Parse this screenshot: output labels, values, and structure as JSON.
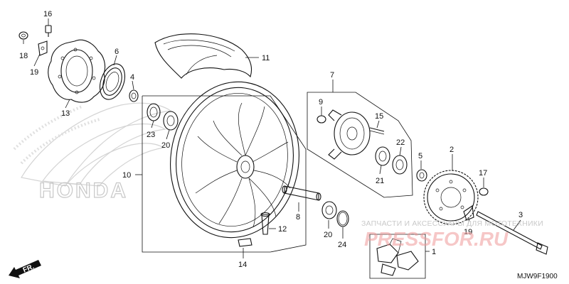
{
  "diagram": {
    "callouts": [
      {
        "id": "c16",
        "label": "16"
      },
      {
        "id": "c18",
        "label": "18"
      },
      {
        "id": "c19a",
        "label": "19"
      },
      {
        "id": "c13",
        "label": "13"
      },
      {
        "id": "c6",
        "label": "6"
      },
      {
        "id": "c4",
        "label": "4"
      },
      {
        "id": "c11",
        "label": "11"
      },
      {
        "id": "c23",
        "label": "23"
      },
      {
        "id": "c20a",
        "label": "20"
      },
      {
        "id": "c10",
        "label": "10"
      },
      {
        "id": "c7",
        "label": "7"
      },
      {
        "id": "c9",
        "label": "9"
      },
      {
        "id": "c15",
        "label": "15"
      },
      {
        "id": "c22",
        "label": "22"
      },
      {
        "id": "c21",
        "label": "21"
      },
      {
        "id": "c5",
        "label": "5"
      },
      {
        "id": "c2",
        "label": "2"
      },
      {
        "id": "c17",
        "label": "17"
      },
      {
        "id": "c3",
        "label": "3"
      },
      {
        "id": "c19b",
        "label": "19"
      },
      {
        "id": "c8",
        "label": "8"
      },
      {
        "id": "c12",
        "label": "12"
      },
      {
        "id": "c20b",
        "label": "20"
      },
      {
        "id": "c24",
        "label": "24"
      },
      {
        "id": "c1",
        "label": "1"
      },
      {
        "id": "c14",
        "label": "14"
      }
    ],
    "direction_arrow": "FR.",
    "diagram_code": "MJW9F1900"
  },
  "watermarks": {
    "honda_logo_text": "HONDA",
    "shop_caption": "ЗАПЧАСТИ И АКСЕССУАРЫ ДЛЯ МОТОТЕХНИКИ",
    "shop_brand": "PRESSFOR.RU"
  },
  "colors": {
    "line": "#111111",
    "watermark_gray": "#c8c8c8",
    "watermark_red": "#ef9a9a"
  }
}
